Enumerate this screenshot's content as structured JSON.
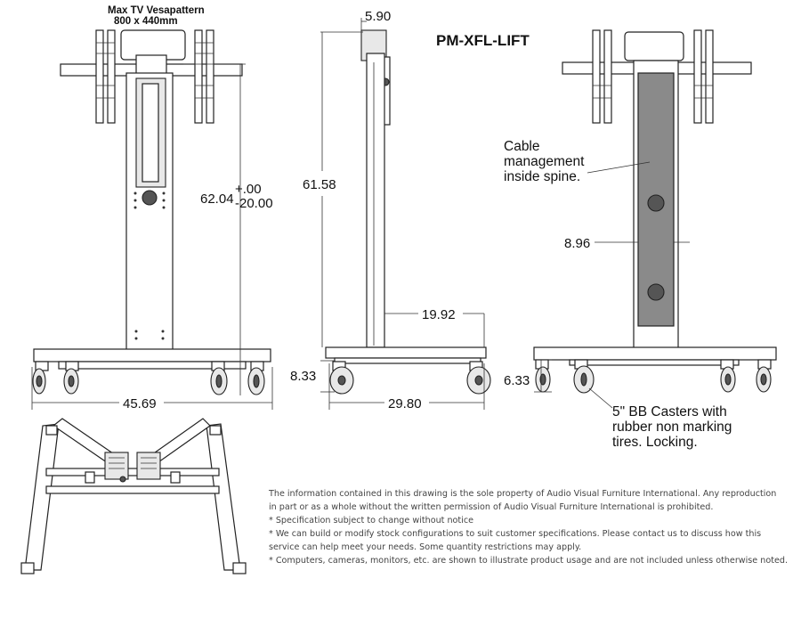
{
  "header": {
    "vesa_line1": "Max TV Vesapattern",
    "vesa_line2": "800 x 440mm",
    "model": "PM-XFL-LIFT"
  },
  "front_view": {
    "height_value": "62.04",
    "tolerance_plus": "+.00",
    "tolerance_minus": "-20.00",
    "width_value": "45.69"
  },
  "side_view": {
    "top_depth": "5.90",
    "height_value": "61.58",
    "arm_offset": "19.92",
    "base_depth": "29.80",
    "base_height": "8.33"
  },
  "back_view": {
    "cable_note_line1": "Cable",
    "cable_note_line2": "management",
    "cable_note_line3": "inside spine.",
    "spine_width": "8.96",
    "base_height": "6.33",
    "caster_note_line1": "5\" BB Casters with",
    "caster_note_line2": "rubber non marking",
    "caster_note_line3": "tires. Locking."
  },
  "disclaimer": {
    "line1": "The information contained in this drawing is the sole property of Audio Visual Furniture International. Any reproduction",
    "line2": "in part or as a whole without the written permission of Audio Visual Furniture International is prohibited.",
    "line3": "* Specification subject to change without notice",
    "line4": "* We can build or modify stock configurations to suit customer specifications. Please contact us to discuss how this",
    "line5": "service can help meet your needs. Some quantity restrictions may apply.",
    "line6": "* Computers, cameras, monitors, etc. are shown to illustrate product usage and are not included unless otherwise noted."
  }
}
